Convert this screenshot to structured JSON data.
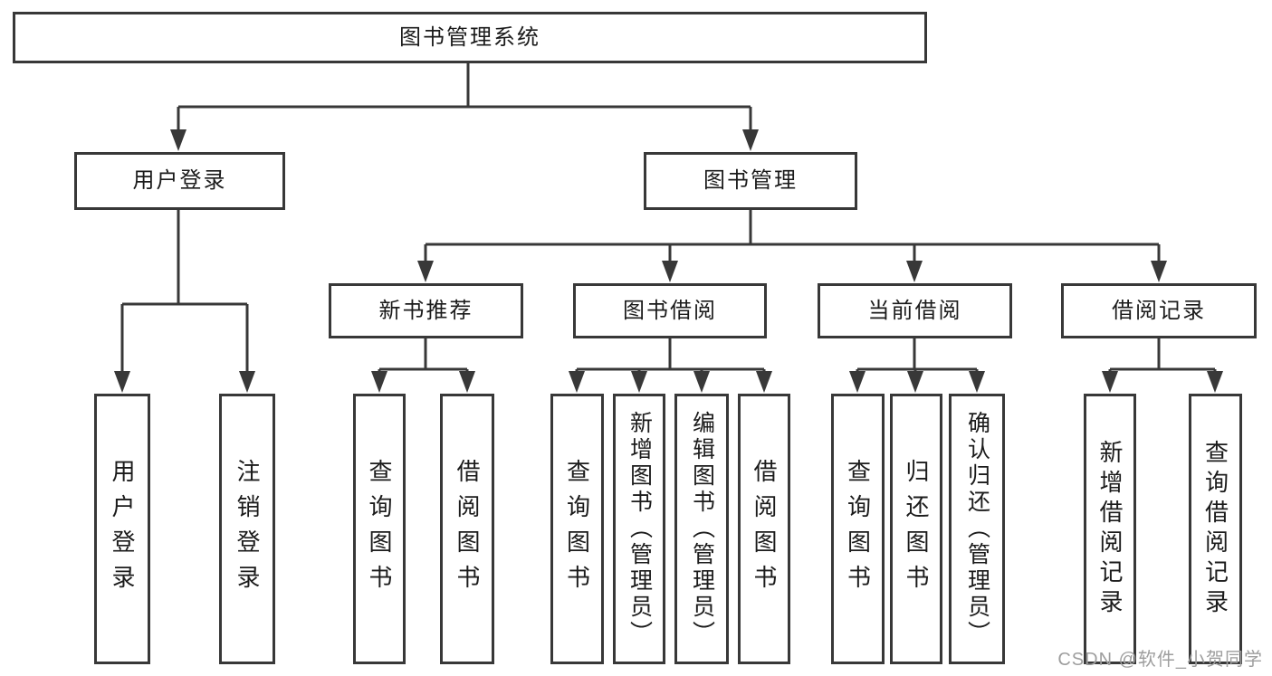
{
  "diagram_type": "tree",
  "tree": {
    "root": {
      "label": "图书管理系统",
      "children": [
        {
          "label": "用户登录",
          "children": [
            {
              "label": "用户登录"
            },
            {
              "label": "注销登录"
            }
          ]
        },
        {
          "label": "图书管理",
          "children": [
            {
              "label": "新书推荐",
              "children": [
                {
                  "label": "查询图书"
                },
                {
                  "label": "借阅图书"
                }
              ]
            },
            {
              "label": "图书借阅",
              "children": [
                {
                  "label": "查询图书"
                },
                {
                  "label": "新增图书（管理员）"
                },
                {
                  "label": "编辑图书（管理员）"
                },
                {
                  "label": "借阅图书"
                }
              ]
            },
            {
              "label": "当前借阅",
              "children": [
                {
                  "label": "查询图书"
                },
                {
                  "label": "归还图书"
                },
                {
                  "label": "确认归还（管理员）"
                }
              ]
            },
            {
              "label": "借阅记录",
              "children": [
                {
                  "label": "新增借阅记录"
                },
                {
                  "label": "查询借阅记录"
                }
              ]
            }
          ]
        }
      ]
    }
  },
  "watermark": {
    "text": "CSDN @软件_小贺同学"
  },
  "colors": {
    "line": "#383838",
    "box_border": "#383838",
    "text": "#1b1b1b",
    "watermark": "#9e9e9e",
    "background": "#ffffff"
  }
}
